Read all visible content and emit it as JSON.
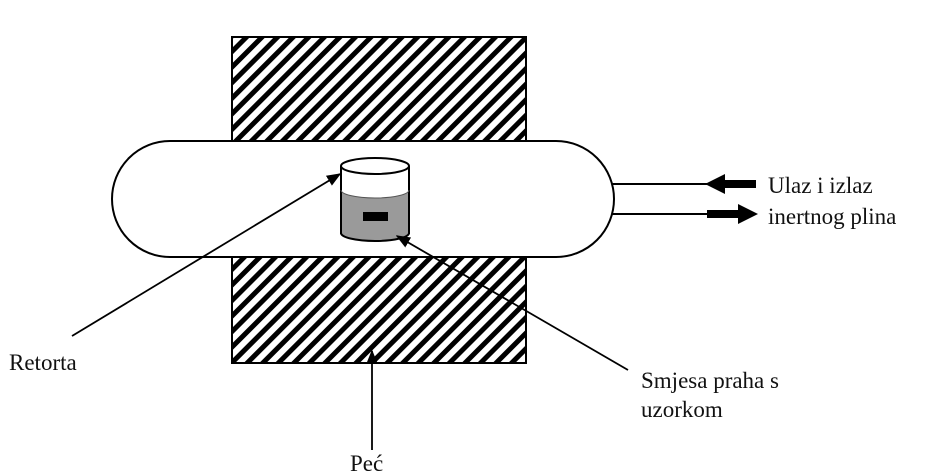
{
  "labels": {
    "gas_line1": "Ulaz i izlaz",
    "gas_line2": "inertnog plina",
    "retort": "Retorta",
    "mixture_line1": "Smjesa praha s",
    "mixture_line2": "uzorkom",
    "furnace": "Peć"
  },
  "colors": {
    "stroke": "#000000",
    "powder": "#9a9a9a",
    "sample": "#000000",
    "background": "#ffffff"
  }
}
